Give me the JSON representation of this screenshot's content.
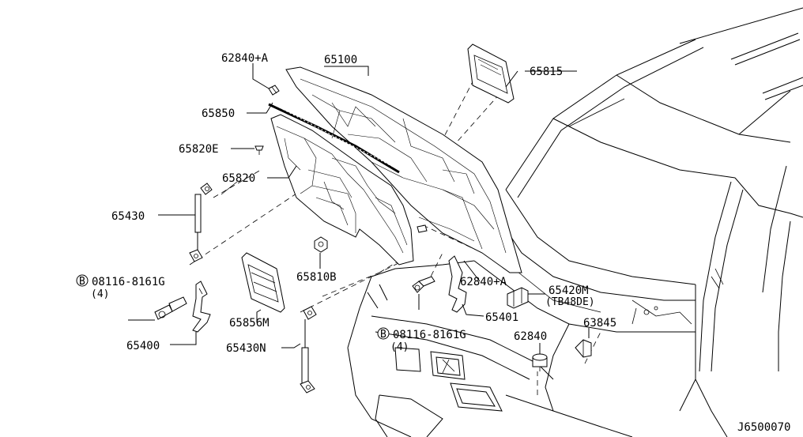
{
  "diagram": {
    "code": "J6500070",
    "labels": {
      "p62840a_top": "62840+A",
      "p65100": "65100",
      "p65815": "65815",
      "p65850": "65850",
      "p65820e": "65820E",
      "p65820": "65820",
      "p65430": "65430",
      "bolt_left": "08116-8161G",
      "bolt_left_qty": "(4)",
      "p65400": "65400",
      "p65810b": "65810B",
      "p65856m": "65856M",
      "p65430n": "65430N",
      "p62840a_right": "62840+A",
      "p65401": "65401",
      "bolt_right": "08116-8161G",
      "bolt_right_qty": "(4)",
      "p65420m": "65420M",
      "p65420m_note": "(TB48DE)",
      "p62840": "62840",
      "p63845": "63845",
      "bolt_symbol": "B"
    }
  }
}
